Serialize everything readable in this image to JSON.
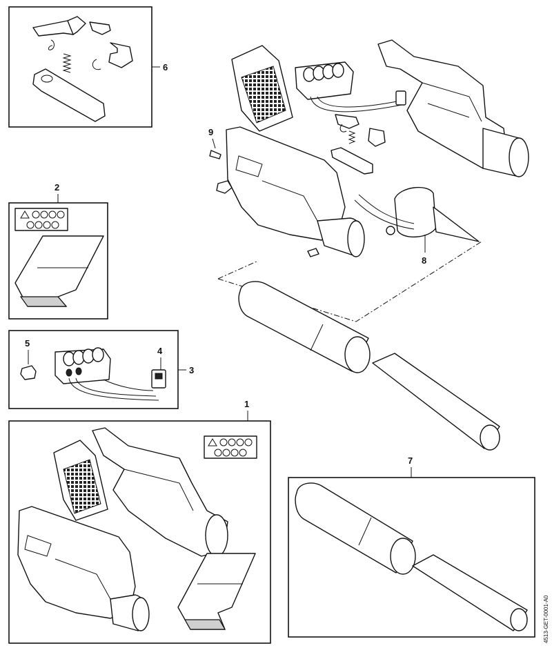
{
  "callouts": {
    "c1": "1",
    "c2": "2",
    "c3": "3",
    "c4": "4",
    "c5": "5",
    "c6": "6",
    "c7": "7",
    "c8": "8",
    "c9": "9"
  },
  "document_id": "4513-GET-0001-A0",
  "icons": [
    "parts-box-outline",
    "callout-number",
    "leader-line"
  ]
}
